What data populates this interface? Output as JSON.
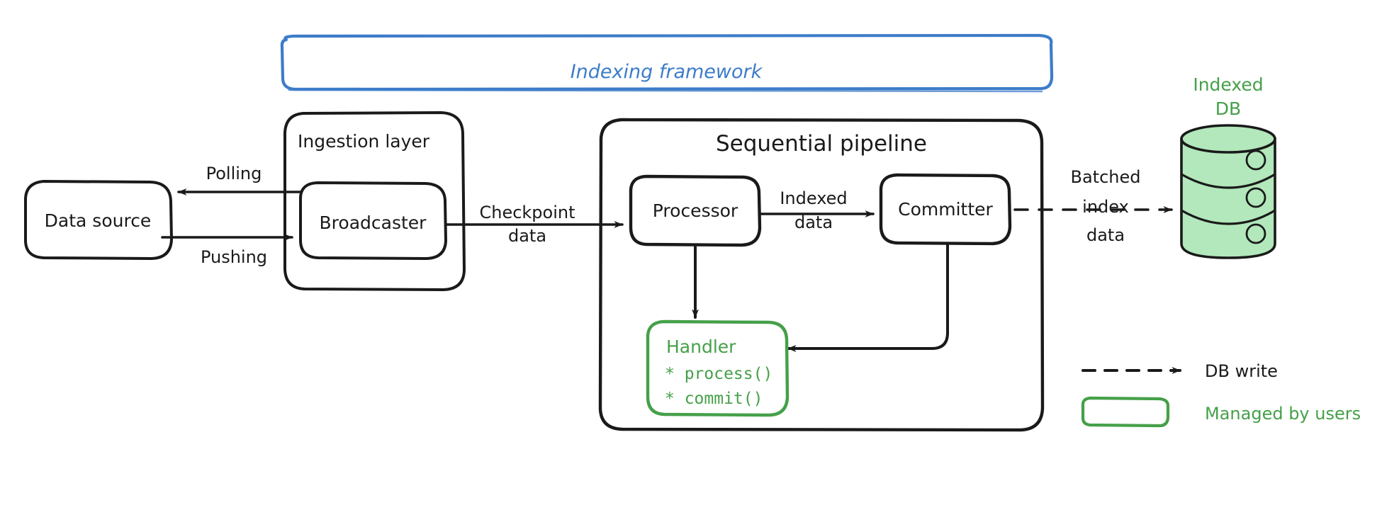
{
  "diagram": {
    "title_bar": {
      "label": "Indexing framework",
      "color": "#3d7cc9"
    },
    "groups": [
      {
        "name": "ingestion-layer",
        "label": "Ingestion layer",
        "color": "#1a1a1a"
      },
      {
        "name": "sequential-pipeline",
        "label": "Sequential pipeline",
        "color": "#1a1a1a"
      }
    ],
    "nodes": {
      "data_source": {
        "label": "Data source",
        "color": "#1a1a1a"
      },
      "broadcaster": {
        "label": "Broadcaster",
        "color": "#1a1a1a"
      },
      "processor": {
        "label": "Processor",
        "color": "#1a1a1a"
      },
      "committer": {
        "label": "Committer",
        "color": "#1a1a1a"
      },
      "handler": {
        "label": "Handler",
        "color": "#45a049",
        "methods": [
          "* process()",
          "* commit()"
        ]
      },
      "indexed_db": {
        "label_line1": "Indexed",
        "label_line2": "DB",
        "color": "#45a049",
        "fill": "#b2e8bb"
      }
    },
    "edges": [
      {
        "name": "polling",
        "label": "Polling",
        "from": "ingestion-layer",
        "to": "data-source",
        "style": "solid"
      },
      {
        "name": "pushing",
        "label": "Pushing",
        "from": "data-source",
        "to": "broadcaster",
        "style": "solid"
      },
      {
        "name": "checkpoint-data",
        "label_line1": "Checkpoint",
        "label_line2": "data",
        "from": "broadcaster",
        "to": "processor",
        "style": "solid"
      },
      {
        "name": "indexed-data",
        "label_line1": "Indexed",
        "label_line2": "data",
        "from": "processor",
        "to": "committer",
        "style": "solid"
      },
      {
        "name": "batched-index-data",
        "label_line1": "Batched",
        "label_line2": "index",
        "label_line3": "data",
        "from": "committer",
        "to": "indexed-db",
        "style": "dashed"
      },
      {
        "name": "processor-to-handler",
        "label": "",
        "from": "processor",
        "to": "handler",
        "style": "solid"
      },
      {
        "name": "committer-to-handler",
        "label": "",
        "from": "committer",
        "to": "handler",
        "style": "solid"
      }
    ],
    "legend": {
      "items": [
        {
          "name": "db-write",
          "label": "DB write",
          "swatch": "dashed-arrow",
          "color": "#1a1a1a"
        },
        {
          "name": "managed-by-users",
          "label": "Managed by users",
          "swatch": "green-box",
          "color": "#45a049"
        }
      ]
    }
  }
}
